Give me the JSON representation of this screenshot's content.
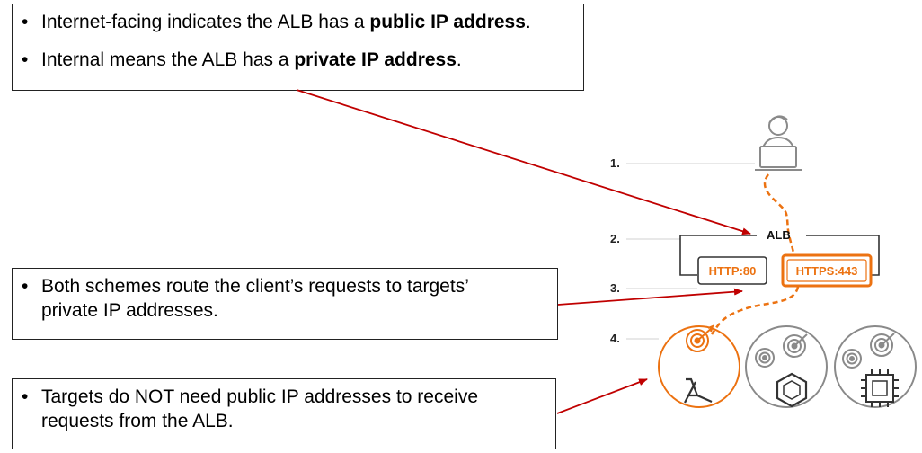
{
  "callouts": {
    "top": {
      "bullets": [
        {
          "before": "Internet-facing indicates the ALB has a ",
          "bold": "public IP address",
          "after": "."
        },
        {
          "before": "Internal means the ALB has a ",
          "bold": "private IP address",
          "after": "."
        }
      ]
    },
    "middle": {
      "lines": [
        "Both schemes route the client’s requests to targets’",
        "private IP addresses."
      ]
    },
    "bottom": {
      "lines": [
        "Targets do NOT need public IP addresses to receive",
        "requests from the ALB."
      ]
    },
    "bullet_char": "•"
  },
  "diagram": {
    "steps": [
      "1.",
      "2.",
      "3.",
      "4."
    ],
    "alb_label": "ALB",
    "listeners": [
      "HTTP:80",
      "HTTPS:443"
    ],
    "targets": [
      "lambda-icon",
      "container-icon",
      "ec2-instance-icon"
    ],
    "colors": {
      "accent": "#ec7211",
      "arrow": "#c00000",
      "gray": "#8a8a8a",
      "dark": "#333333"
    }
  }
}
